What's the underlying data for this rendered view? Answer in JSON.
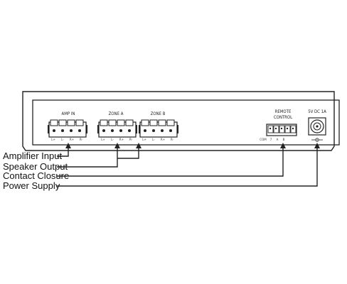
{
  "panel": {
    "amp_in_label": "AMP IN",
    "zone_a_label": "ZONE A",
    "zone_b_label": "ZONE B",
    "remote_label_line1": "REMOTE",
    "remote_label_line2": "CONTROL",
    "power_label": "5V DC 1A",
    "speaker_pins": [
      "L+",
      "L-",
      "R+",
      "R-"
    ],
    "remote_pins": [
      "COM",
      "7",
      "A",
      "B"
    ]
  },
  "callouts": {
    "amplifier_input": "Amplifier Input",
    "speaker_output": "Speaker Output",
    "contact_closure": "Contact Closure",
    "power_supply": "Power Supply"
  },
  "colors": {
    "outline": "#222222",
    "connector_fill": "#ffffff"
  }
}
